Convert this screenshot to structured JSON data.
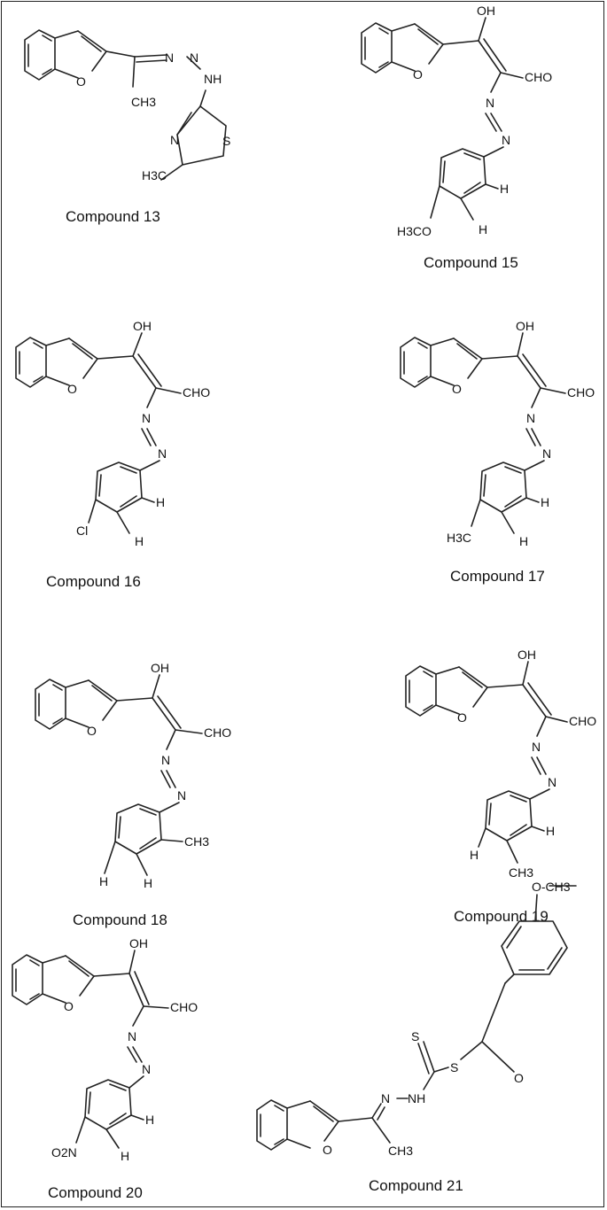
{
  "compounds": [
    {
      "name": "Compound 13",
      "atoms": {
        "n1": "N",
        "n2": "N",
        "nh": "NH",
        "ch3": "CH3",
        "ring_n": "N",
        "s": "S",
        "h3c": "H3C",
        "o": "O"
      }
    },
    {
      "name": "Compound 15",
      "atoms": {
        "oh": "OH",
        "cho": "CHO",
        "n1": "N",
        "n2": "N",
        "h1": "H",
        "h2": "H",
        "sub": "H3CO",
        "o": "O"
      }
    },
    {
      "name": "Compound 16",
      "atoms": {
        "oh": "OH",
        "cho": "CHO",
        "n1": "N",
        "n2": "N",
        "h1": "H",
        "h2": "H",
        "sub": "Cl",
        "o": "O"
      }
    },
    {
      "name": "Compound 17",
      "atoms": {
        "oh": "OH",
        "cho": "CHO",
        "n1": "N",
        "n2": "N",
        "h1": "H",
        "h2": "H",
        "sub": "H3C",
        "o": "O"
      }
    },
    {
      "name": "Compound 18",
      "atoms": {
        "oh": "OH",
        "cho": "CHO",
        "n1": "N",
        "n2": "N",
        "ch3": "CH3",
        "h1": "H",
        "h2": "H",
        "o": "O"
      }
    },
    {
      "name": "Compound 19",
      "atoms": {
        "oh": "OH",
        "cho": "CHO",
        "n1": "N",
        "n2": "N",
        "h1": "H",
        "ch3": "CH3",
        "h2": "H",
        "o": "O"
      }
    },
    {
      "name": "Compound 20",
      "atoms": {
        "oh": "OH",
        "cho": "CHO",
        "n1": "N",
        "n2": "N",
        "h1": "H",
        "h2": "H",
        "sub": "O2N",
        "o": "O"
      }
    },
    {
      "name": "Compound 21",
      "atoms": {
        "och3": "O-CH3",
        "s1": "S",
        "s2": "S",
        "o2": "O",
        "n1": "N",
        "nh": "NH",
        "ch3": "CH3",
        "o": "O"
      }
    }
  ]
}
